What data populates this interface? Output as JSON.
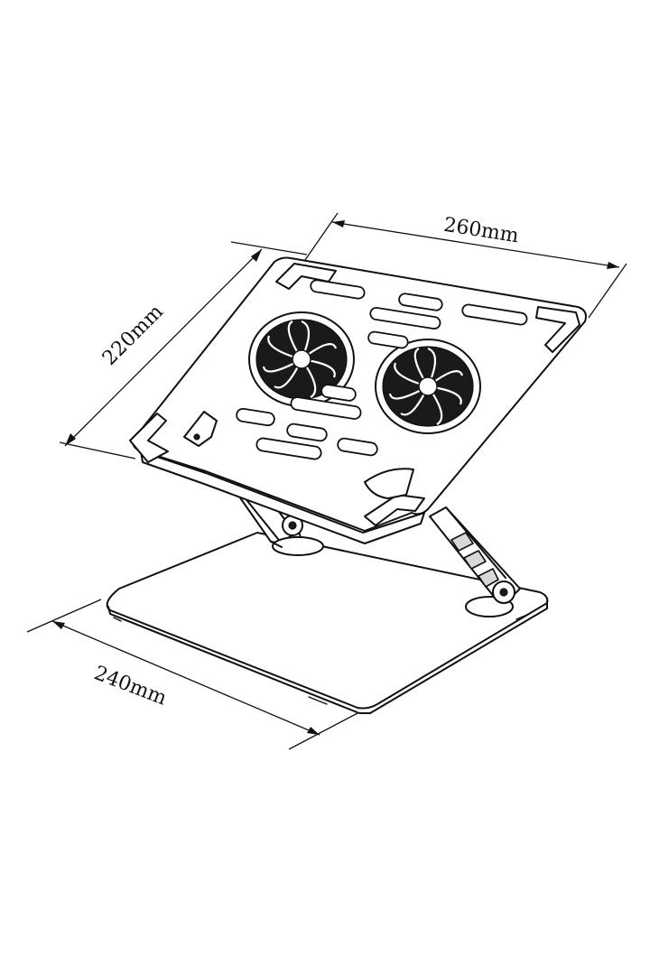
{
  "dimensions": {
    "width_label": "260mm",
    "depth_label": "220mm",
    "base_label": "240mm"
  },
  "colors": {
    "stroke": "#111111",
    "background": "#ffffff",
    "fan_fill": "#1a1a1a"
  },
  "parts": {
    "fan_count": 2,
    "icon": "laptop-stand-diagram"
  }
}
